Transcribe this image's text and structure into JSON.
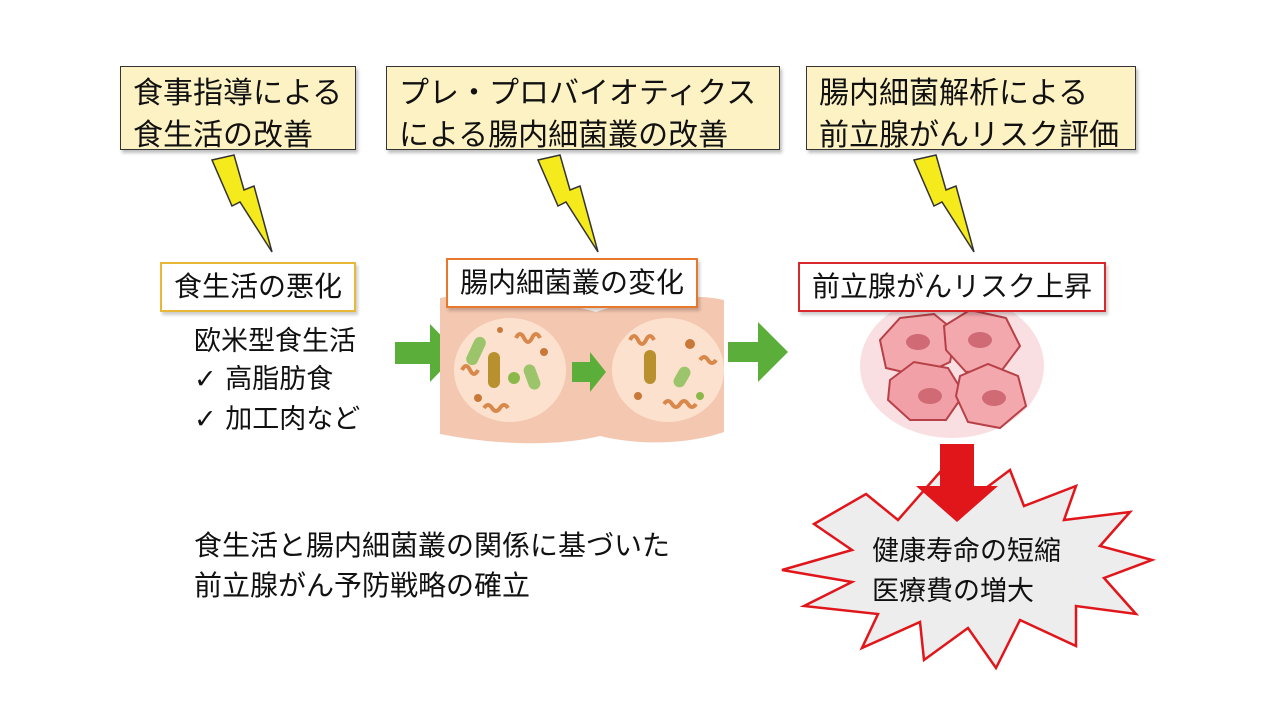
{
  "top_boxes": {
    "diet_guidance": [
      "食事指導による",
      "食生活の改善"
    ],
    "probiotics": [
      "プレ・プロバイオティクス",
      "による腸内細菌叢の改善"
    ],
    "analysis": [
      "腸内細菌解析による",
      "前立腺がんリスク評価"
    ]
  },
  "stages": {
    "diet_worse": "食生活の悪化",
    "flora_change": "腸内細菌叢の変化",
    "risk_up": "前立腺がんリスク上昇"
  },
  "diet_details": {
    "heading": "欧米型食生活",
    "items": [
      "✓ 高脂肪食",
      "✓ 加工肉など"
    ]
  },
  "outcome": [
    "健康寿命の短縮",
    "医療費の増大"
  ],
  "conclusion": [
    "食生活と腸内細菌叢の関係に基づいた",
    "前立腺がん予防戦略の確立"
  ],
  "colors": {
    "box_fill": "#fdf2c4",
    "lightning": "#f5ea1c",
    "arrow_green": "#5cae3a",
    "arrow_red": "#e0161b",
    "label_border_yellow": "#e8b838",
    "label_border_orange": "#e8782c",
    "label_border_red": "#d8282c"
  }
}
